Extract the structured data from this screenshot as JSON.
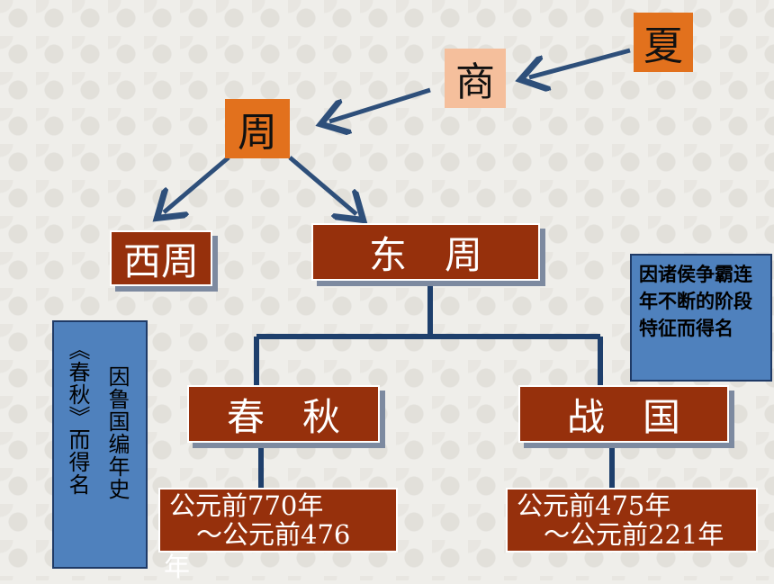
{
  "nodes": {
    "xia": "夏",
    "shang": "商",
    "zhou": "周",
    "xizhou": "西周",
    "dongzhou": "东　周",
    "chunqiu": "春　秋",
    "zhanguo": "战　国"
  },
  "ranges": {
    "chunqiu_line1": "公元前770年",
    "chunqiu_line2": "～公元前476",
    "chunqiu_line3": "年",
    "zhanguo_line1": "公元前475年",
    "zhanguo_line2": "～公元前221年"
  },
  "notes": {
    "zhanguo_note": "因诸侯争霸连年不断的阶段特征而得名",
    "chunqiu_note_col1": "因鲁国编年史",
    "chunqiu_note_col2": "《春秋》而得名"
  },
  "colors": {
    "orange": "#e2711d",
    "peach": "#f5bf9c",
    "brown": "#96300c",
    "blue": "#4f81bd",
    "arrow": "#2e4f7a"
  }
}
